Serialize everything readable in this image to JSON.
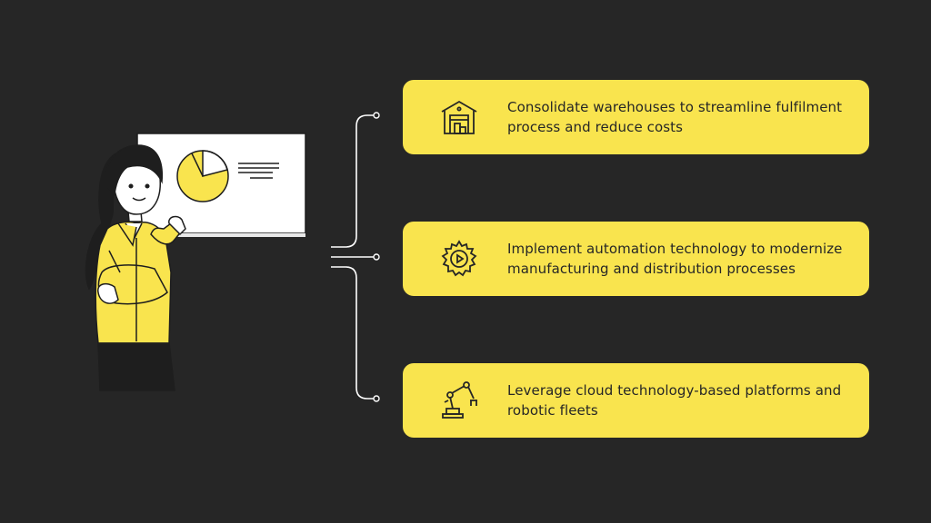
{
  "items": [
    {
      "icon": "warehouse-icon",
      "text": "Consolidate warehouses to streamline fulfilment process and reduce costs"
    },
    {
      "icon": "automation-gear-icon",
      "text": "Implement automation technology to modernize manufacturing and distribution processes"
    },
    {
      "icon": "robotic-arm-icon",
      "text": "Leverage cloud technology-based platforms and robotic fleets"
    }
  ],
  "colors": {
    "background": "#262626",
    "accent": "#f9e44e",
    "ink": "#262626",
    "line": "#ffffff"
  }
}
